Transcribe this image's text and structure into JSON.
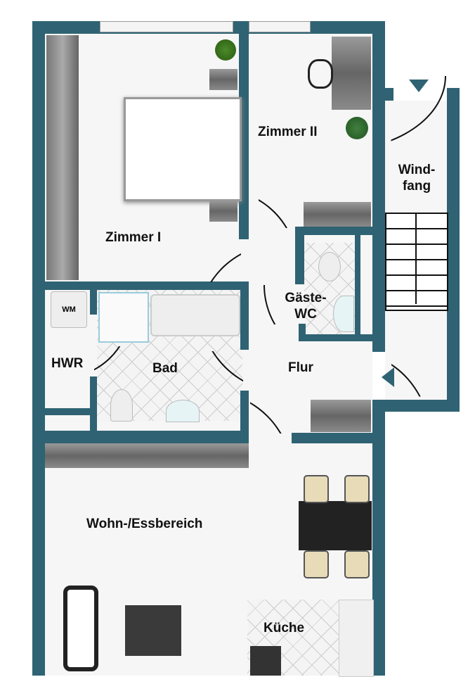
{
  "rooms": {
    "zimmer1": "Zimmer I",
    "zimmer2": "Zimmer II",
    "windfang": "Wind-\nfang",
    "gaeste_wc": "Gäste-\nWC",
    "hwr": "HWR",
    "bad": "Bad",
    "flur": "Flur",
    "wohn": "Wohn-/Essbereich",
    "kueche": "Küche"
  },
  "appliances": {
    "washing_machine": "WM"
  },
  "colors": {
    "wall": "#2f6373",
    "floor": "#f4f4f4"
  }
}
